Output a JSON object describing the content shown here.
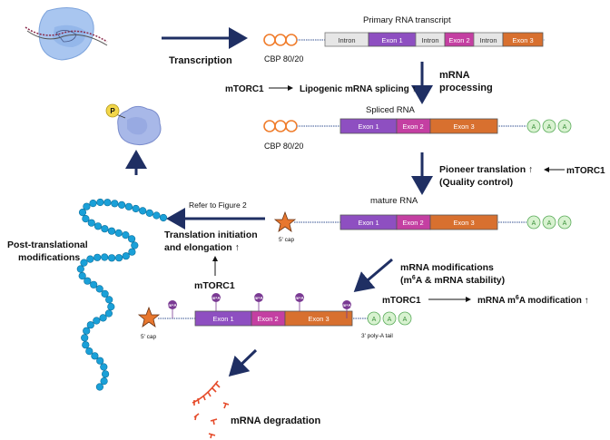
{
  "colors": {
    "arrow": "#1f2f63",
    "exon1": "#8e4fc1",
    "exon2": "#c43fa2",
    "exon3": "#d8702f",
    "intron": "#e6e6e6",
    "cap_ring": "#f07d2c",
    "polya": "#bfe8b5",
    "star": "#e8772e",
    "m6a": "#7a3a93",
    "bead": "#1aa0d8",
    "degrade": "#e54b2a"
  },
  "labels": {
    "primary_transcript": "Primary RNA transcript",
    "transcription": "Transcription",
    "cbp_top": "CBP 80/20",
    "cbp_mid": "CBP 80/20",
    "mrna_processing_1": "mRNA",
    "mrna_processing_2": "processing",
    "mtorc1_splicing": "mTORC1",
    "lipogenic": "Lipogenic mRNA splicing ↑",
    "spliced_rna": "Spliced RNA",
    "pioneer_1": "Pioneer translation ↑",
    "pioneer_2": "(Quality control)",
    "mtorc1_pioneer": "mTORC1",
    "mature_rna": "mature RNA",
    "refer": "Refer to Figure 2",
    "five_cap_mature": "5' cap",
    "translation_1": "Translation initiation",
    "translation_2": "and elongation ↑",
    "mtorc1_translation": "mTORC1",
    "post_translational_1": "Post-translational",
    "post_translational_2": "modifications",
    "modifications_1": "mRNA modifications",
    "modifications_2_pre": "(m",
    "modifications_2_sup": "6",
    "modifications_2_post": "A & mRNA stability)",
    "mtorc1_m6a": "mTORC1",
    "m6a_mod_pre": "mRNA m",
    "m6a_mod_sup": "6",
    "m6a_mod_post": "A modification ↑",
    "five_cap_bottom": "5' cap",
    "polya_tail": "3' poly-A tail",
    "degradation": "mRNA degradation",
    "phospho": "P"
  },
  "exons": {
    "intron": "Intron",
    "exon1": "Exon 1",
    "exon2": "Exon 2",
    "exon3": "Exon 3"
  },
  "polya": "A",
  "m6a_label": "m⁶A",
  "icons": [
    "ribosome-icon",
    "protein-icon",
    "polypeptide-chain-icon",
    "five-prime-cap-star-icon",
    "degraded-rna-icon"
  ]
}
